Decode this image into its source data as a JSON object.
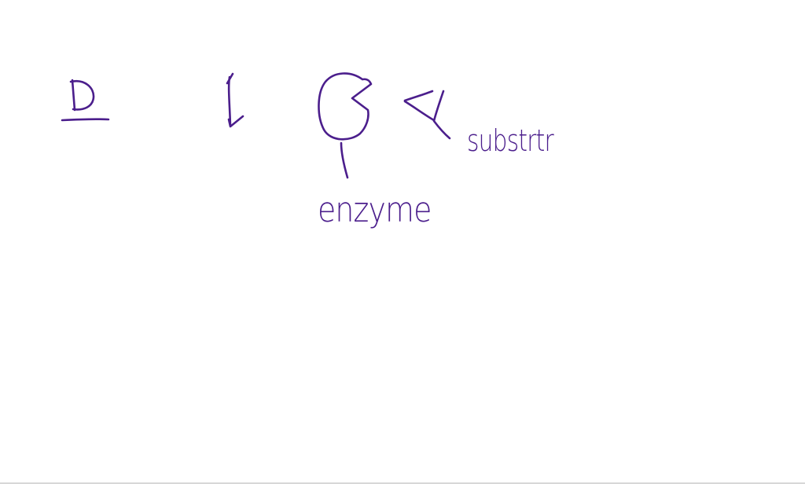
{
  "drawing": {
    "ink_color": "#4b1e8c",
    "background_color": "#ffffff",
    "labels": {
      "enzyme": "enzyme",
      "substrate": "substrtr"
    },
    "marks": [
      "handwritten-letter-D",
      "down-arrow-icon",
      "enzyme-shape",
      "substrate-wedge-shape"
    ]
  }
}
